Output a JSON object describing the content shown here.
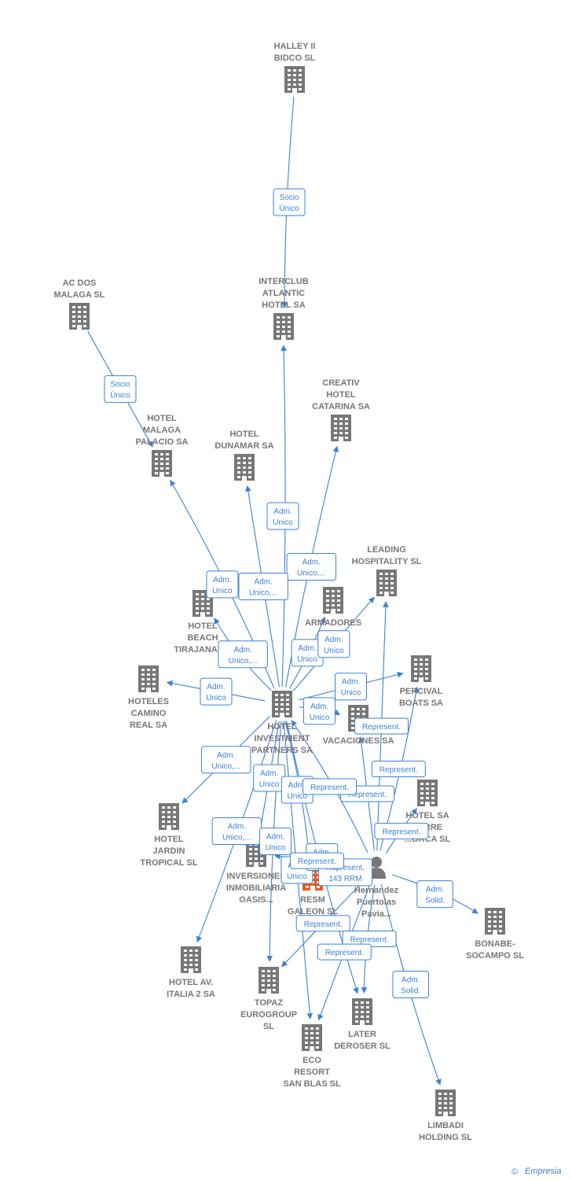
{
  "colors": {
    "edge": "#3b82d6",
    "building": "#777777",
    "focus": "#e85a1c",
    "label": "#777777"
  },
  "nodes": [
    {
      "id": "halley",
      "type": "company",
      "lines": [
        "HALLEY II",
        "BIDCO  SL"
      ]
    },
    {
      "id": "interclub",
      "type": "company",
      "lines": [
        "INTERCLUB",
        "ATLANTIC",
        "HOTEL SA"
      ]
    },
    {
      "id": "acdos",
      "type": "company",
      "lines": [
        "AC DOS",
        "MALAGA  SL"
      ]
    },
    {
      "id": "malaga",
      "type": "company",
      "lines": [
        "HOTEL",
        "MALAGA",
        "PALACIO SA"
      ]
    },
    {
      "id": "dunamar",
      "type": "company",
      "lines": [
        "HOTEL",
        "DUNAMAR SA"
      ]
    },
    {
      "id": "catarina",
      "type": "company",
      "lines": [
        "CREATIV",
        "HOTEL",
        "CATARINA SA"
      ]
    },
    {
      "id": "leading",
      "type": "company",
      "lines": [
        "LEADING",
        "HOSPITALITY SL"
      ]
    },
    {
      "id": "armadores",
      "type": "company",
      "lines": [
        "ARMADORES",
        "DE...O",
        "P..."
      ]
    },
    {
      "id": "beach",
      "type": "company",
      "lines": [
        "HOTEL",
        "BEACH",
        "TIRAJANA SA"
      ]
    },
    {
      "id": "camino",
      "type": "company",
      "lines": [
        "HOTELES",
        "CAMINO",
        "REAL SA"
      ]
    },
    {
      "id": "hip",
      "type": "company",
      "lines": [
        "HOTEL",
        "INVESTMENT",
        "PARTNERS SA"
      ]
    },
    {
      "id": "percival",
      "type": "company",
      "lines": [
        "PERCIVAL",
        "BOATS SA"
      ]
    },
    {
      "id": "vacacion",
      "type": "company",
      "lines": [
        "VACACIONES SA"
      ]
    },
    {
      "id": "torre",
      "type": "company",
      "lines": [
        "HOTEL SA",
        "TORRE",
        "...ORCA SL"
      ]
    },
    {
      "id": "jardin",
      "type": "company",
      "lines": [
        "HOTEL",
        "JARDIN",
        "TROPICAL SL"
      ]
    },
    {
      "id": "oasis",
      "type": "company",
      "lines": [
        "INVERSIONES",
        "INMOBILIARIA",
        "OASIS..."
      ]
    },
    {
      "id": "galeon",
      "type": "focus",
      "lines": [
        "RESM",
        "GALEON  SL"
      ]
    },
    {
      "id": "hernandez",
      "type": "person",
      "lines": [
        "Hernandez",
        "Puertolas",
        "Pavia..."
      ]
    },
    {
      "id": "bonabe",
      "type": "company",
      "lines": [
        "BONABE-",
        "SOCAMPO  SL"
      ]
    },
    {
      "id": "italia",
      "type": "company",
      "lines": [
        "HOTEL AV.",
        "ITALIA 2 SA"
      ]
    },
    {
      "id": "topaz",
      "type": "company",
      "lines": [
        "TOPAZ",
        "EUROGROUP",
        "SL"
      ]
    },
    {
      "id": "later",
      "type": "company",
      "lines": [
        "LATER",
        "DEROSER SL"
      ]
    },
    {
      "id": "eco",
      "type": "company",
      "lines": [
        "ECO",
        "RESORT",
        "SAN BLAS SL"
      ]
    },
    {
      "id": "limbadi",
      "type": "company",
      "lines": [
        "LIMBADI",
        "HOLDING  SL"
      ]
    }
  ],
  "edges": [
    {
      "from": "halley",
      "to": "interclub",
      "label": [
        "Socio",
        "Único"
      ]
    },
    {
      "from": "acdos",
      "to": "malaga",
      "label": [
        "Socio",
        "Único"
      ]
    },
    {
      "from": "hip",
      "to": "interclub",
      "label": [
        "Adm.",
        "Unico"
      ]
    },
    {
      "from": "hip",
      "to": "catarina",
      "label": [
        "Adm.",
        "Unico,..."
      ]
    },
    {
      "from": "hip",
      "to": "dunamar",
      "label": [
        "Adm.",
        "Unico,..."
      ]
    },
    {
      "from": "hip",
      "to": "malaga",
      "label": [
        "Adm.",
        "Unico"
      ]
    },
    {
      "from": "hip",
      "to": "beach",
      "label": [
        "Adm.",
        "Unico,..."
      ]
    },
    {
      "from": "hip",
      "to": "camino",
      "label": [
        "Adm.",
        "Unico"
      ]
    },
    {
      "from": "hip",
      "to": "armadores",
      "label": [
        "Adm.",
        "Unico"
      ]
    },
    {
      "from": "hip",
      "to": "leading",
      "label": [
        "Adm.",
        "Unico"
      ]
    },
    {
      "from": "hip",
      "to": "percival",
      "label": [
        "Adm.",
        "Unico"
      ]
    },
    {
      "from": "hip",
      "to": "vacacion",
      "label": [
        "Adm.",
        "Unico"
      ]
    },
    {
      "from": "hip",
      "to": "jardin",
      "label": [
        "Adm.",
        "Unico,..."
      ]
    },
    {
      "from": "hip",
      "to": "oasis",
      "label": [
        "Adm.",
        "Unico"
      ]
    },
    {
      "from": "hip",
      "to": "italia",
      "label": [
        "Adm.",
        "Unico,..."
      ]
    },
    {
      "from": "hip",
      "to": "topaz",
      "label": [
        "Adm.",
        "Unico"
      ]
    },
    {
      "from": "hip",
      "to": "eco",
      "label": [
        "Adm.",
        "Unico"
      ]
    },
    {
      "from": "hip",
      "to": "galeon",
      "label": [
        "Adm.",
        "Unico"
      ]
    },
    {
      "from": "hip",
      "to": "later",
      "label": [
        "Adm.",
        "Unico"
      ]
    },
    {
      "from": "hernandez",
      "to": "leading",
      "label": [
        "Represent."
      ]
    },
    {
      "from": "hernandez",
      "to": "percival",
      "label": [
        "Represent."
      ]
    },
    {
      "from": "hernandez",
      "to": "torre",
      "label": [
        "Represent."
      ]
    },
    {
      "from": "hernandez",
      "to": "vacacion",
      "label": [
        "Represent."
      ]
    },
    {
      "from": "hernandez",
      "to": "hip",
      "label": [
        "Represent."
      ]
    },
    {
      "from": "hernandez",
      "to": "galeon",
      "label": [
        "Represent.",
        "143 RRM"
      ]
    },
    {
      "from": "hernandez",
      "to": "oasis",
      "label": [
        "Represent."
      ]
    },
    {
      "from": "hernandez",
      "to": "topaz",
      "label": [
        "Represent."
      ]
    },
    {
      "from": "hernandez",
      "to": "later",
      "label": [
        "Represent."
      ]
    },
    {
      "from": "hernandez",
      "to": "eco",
      "label": [
        "Represent."
      ]
    },
    {
      "from": "hernandez",
      "to": "bonabe",
      "label": [
        "Adm.",
        "Solid."
      ]
    },
    {
      "from": "hernandez",
      "to": "limbadi",
      "label": [
        "Adm.",
        "Solid."
      ]
    }
  ],
  "footer": {
    "copyright": "©",
    "brand": "Empresia"
  }
}
